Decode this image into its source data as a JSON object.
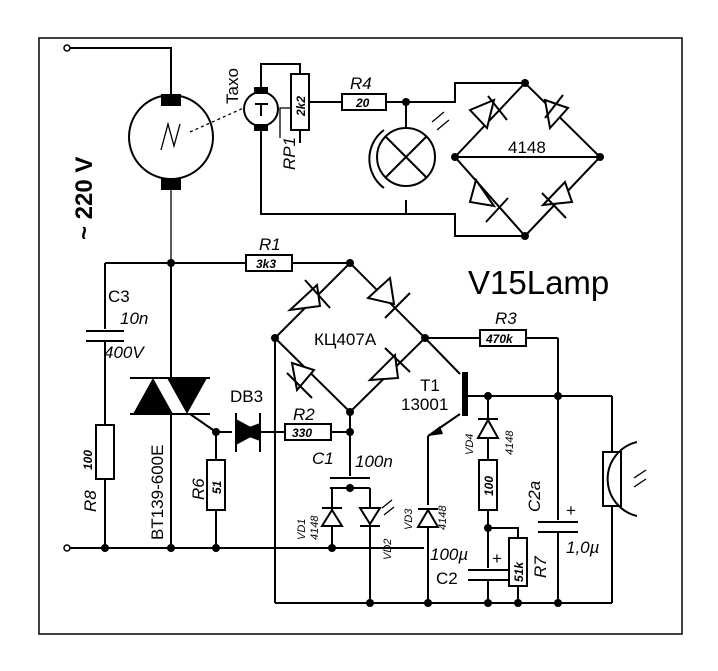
{
  "title": "V15Lamp",
  "supply": "~ 220 V",
  "tacho": "Taxo",
  "components": {
    "r1": {
      "ref": "R1",
      "value": "3k3"
    },
    "r2": {
      "ref": "R2",
      "value": "330"
    },
    "r3": {
      "ref": "R3",
      "value": "470k"
    },
    "r4": {
      "ref": "R4",
      "value": "20"
    },
    "r6": {
      "ref": "R6",
      "value": "51"
    },
    "r7": {
      "ref": "R7",
      "value": "51k"
    },
    "r8": {
      "ref": "R8",
      "value": "100"
    },
    "r_vd4": {
      "value": "100"
    },
    "rp1": {
      "ref": "RP1",
      "value": "2k2"
    },
    "c1": {
      "ref": "C1",
      "value": "100n"
    },
    "c2": {
      "ref": "C2",
      "value": "100µ"
    },
    "c2a": {
      "ref": "C2a",
      "value": "1,0µ"
    },
    "c3": {
      "ref": "C3",
      "value": "10n",
      "voltage": "400V"
    },
    "bridge_top": "4148",
    "bridge_main": "КЦ407А",
    "t1": {
      "ref": "T1",
      "value": "13001"
    },
    "diac": "DB3",
    "triac": "BT139-600E",
    "vd1": {
      "ref": "VD1",
      "value": "4148"
    },
    "vd2": "VD2",
    "vd3": {
      "ref": "VD3",
      "value": "4148"
    },
    "vd4": {
      "ref": "VD4",
      "value": "4148"
    },
    "plus": "+"
  }
}
